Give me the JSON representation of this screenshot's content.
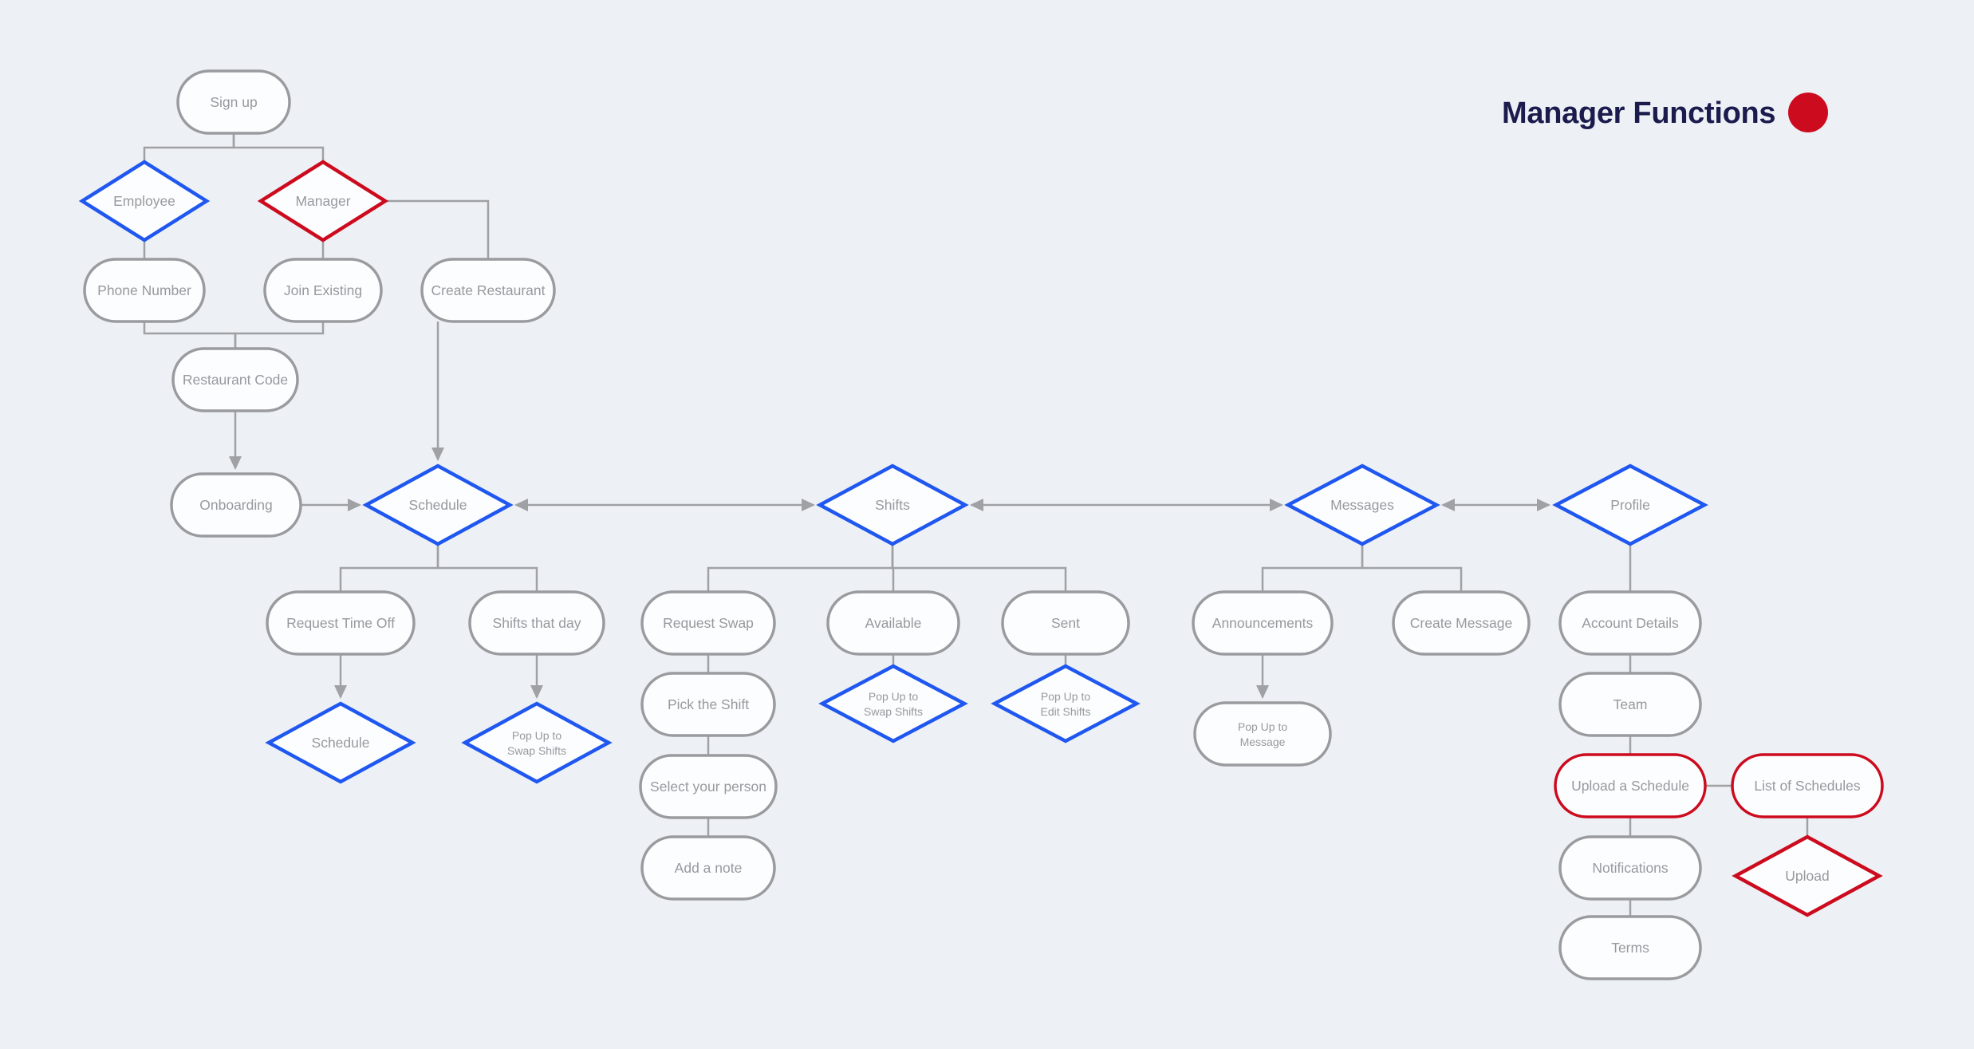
{
  "title": {
    "text": "Manager Functions"
  },
  "legend": {
    "dot_color": "#cc0b1e"
  },
  "colors": {
    "background": "#edf1f5",
    "node_fill": "#fcfdfe",
    "gray_stroke": "#999b9e",
    "connector": "#9fa1a4",
    "node_text": "#97999c",
    "blue_accent": "#1f57f0",
    "red_accent": "#cc0b1e",
    "title_color": "#1b1b4d"
  },
  "nodes": {
    "sign_up": {
      "label": "Sign up",
      "shape": "stadium",
      "accent": "gray"
    },
    "employee": {
      "label": "Employee",
      "shape": "diamond",
      "accent": "blue"
    },
    "manager": {
      "label": "Manager",
      "shape": "diamond",
      "accent": "red"
    },
    "phone_number": {
      "label": "Phone Number",
      "shape": "stadium",
      "accent": "gray"
    },
    "join_existing": {
      "label": "Join Existing",
      "shape": "stadium",
      "accent": "gray"
    },
    "create_restaurant": {
      "label": "Create Restaurant",
      "shape": "stadium",
      "accent": "gray"
    },
    "restaurant_code": {
      "label": "Restaurant Code",
      "shape": "stadium",
      "accent": "gray"
    },
    "onboarding": {
      "label": "Onboarding",
      "shape": "stadium",
      "accent": "gray"
    },
    "schedule": {
      "label": "Schedule",
      "shape": "diamond",
      "accent": "blue"
    },
    "shifts": {
      "label": "Shifts",
      "shape": "diamond",
      "accent": "blue"
    },
    "messages": {
      "label": "Messages",
      "shape": "diamond",
      "accent": "blue"
    },
    "profile": {
      "label": "Profile",
      "shape": "diamond",
      "accent": "blue"
    },
    "request_time_off": {
      "label": "Request Time Off",
      "shape": "stadium",
      "accent": "gray"
    },
    "shifts_that_day": {
      "label": "Shifts that day",
      "shape": "stadium",
      "accent": "gray"
    },
    "schedule_sub": {
      "label": "Schedule",
      "shape": "diamond",
      "accent": "blue"
    },
    "popup_swap_shifts_a": {
      "line1": "Pop Up to",
      "line2": "Swap Shifts",
      "shape": "diamond",
      "accent": "blue"
    },
    "request_swap": {
      "label": "Request Swap",
      "shape": "stadium",
      "accent": "gray"
    },
    "available": {
      "label": "Available",
      "shape": "stadium",
      "accent": "gray"
    },
    "sent": {
      "label": "Sent",
      "shape": "stadium",
      "accent": "gray"
    },
    "pick_the_shift": {
      "label": "Pick the Shift",
      "shape": "stadium",
      "accent": "gray"
    },
    "select_your_person": {
      "label": "Select your person",
      "shape": "stadium",
      "accent": "gray"
    },
    "add_a_note": {
      "label": "Add a note",
      "shape": "stadium",
      "accent": "gray"
    },
    "popup_swap_shifts_b": {
      "line1": "Pop Up to",
      "line2": "Swap Shifts",
      "shape": "diamond",
      "accent": "blue"
    },
    "popup_edit_shifts": {
      "line1": "Pop Up to",
      "line2": "Edit Shifts",
      "shape": "diamond",
      "accent": "blue"
    },
    "announcements": {
      "label": "Announcements",
      "shape": "stadium",
      "accent": "gray"
    },
    "create_message": {
      "label": "Create Message",
      "shape": "stadium",
      "accent": "gray"
    },
    "popup_message": {
      "line1": "Pop Up to",
      "line2": "Message",
      "shape": "stadium",
      "accent": "gray"
    },
    "account_details": {
      "label": "Account Details",
      "shape": "stadium",
      "accent": "gray"
    },
    "team": {
      "label": "Team",
      "shape": "stadium",
      "accent": "gray"
    },
    "upload_a_schedule": {
      "label": "Upload a Schedule",
      "shape": "stadium",
      "accent": "red"
    },
    "list_of_schedules": {
      "label": "List of Schedules",
      "shape": "stadium",
      "accent": "red"
    },
    "notifications": {
      "label": "Notifications",
      "shape": "stadium",
      "accent": "gray"
    },
    "upload": {
      "label": "Upload",
      "shape": "diamond",
      "accent": "red"
    },
    "terms": {
      "label": "Terms",
      "shape": "stadium",
      "accent": "gray"
    }
  },
  "edges": [
    {
      "from": "sign_up",
      "to": "employee",
      "arrow": "none"
    },
    {
      "from": "sign_up",
      "to": "manager",
      "arrow": "none"
    },
    {
      "from": "employee",
      "to": "phone_number",
      "arrow": "none"
    },
    {
      "from": "manager",
      "to": "join_existing",
      "arrow": "none"
    },
    {
      "from": "manager",
      "to": "create_restaurant",
      "arrow": "none"
    },
    {
      "from": "phone_number",
      "to": "restaurant_code",
      "arrow": "none"
    },
    {
      "from": "join_existing",
      "to": "restaurant_code",
      "arrow": "none"
    },
    {
      "from": "restaurant_code",
      "to": "onboarding",
      "arrow": "end"
    },
    {
      "from": "create_restaurant",
      "to": "schedule",
      "arrow": "end"
    },
    {
      "from": "onboarding",
      "to": "schedule",
      "arrow": "end"
    },
    {
      "from": "schedule",
      "to": "shifts",
      "arrow": "both"
    },
    {
      "from": "shifts",
      "to": "messages",
      "arrow": "both"
    },
    {
      "from": "messages",
      "to": "profile",
      "arrow": "both"
    },
    {
      "from": "schedule",
      "to": "request_time_off",
      "arrow": "none"
    },
    {
      "from": "schedule",
      "to": "shifts_that_day",
      "arrow": "none"
    },
    {
      "from": "request_time_off",
      "to": "schedule_sub",
      "arrow": "end"
    },
    {
      "from": "shifts_that_day",
      "to": "popup_swap_shifts_a",
      "arrow": "end"
    },
    {
      "from": "shifts",
      "to": "request_swap",
      "arrow": "none"
    },
    {
      "from": "shifts",
      "to": "available",
      "arrow": "none"
    },
    {
      "from": "shifts",
      "to": "sent",
      "arrow": "none"
    },
    {
      "from": "request_swap",
      "to": "pick_the_shift",
      "arrow": "none"
    },
    {
      "from": "pick_the_shift",
      "to": "select_your_person",
      "arrow": "none"
    },
    {
      "from": "select_your_person",
      "to": "add_a_note",
      "arrow": "none"
    },
    {
      "from": "available",
      "to": "popup_swap_shifts_b",
      "arrow": "none"
    },
    {
      "from": "sent",
      "to": "popup_edit_shifts",
      "arrow": "none"
    },
    {
      "from": "messages",
      "to": "announcements",
      "arrow": "none"
    },
    {
      "from": "messages",
      "to": "create_message",
      "arrow": "none"
    },
    {
      "from": "announcements",
      "to": "popup_message",
      "arrow": "end"
    },
    {
      "from": "profile",
      "to": "account_details",
      "arrow": "none"
    },
    {
      "from": "account_details",
      "to": "team",
      "arrow": "none"
    },
    {
      "from": "team",
      "to": "upload_a_schedule",
      "arrow": "none"
    },
    {
      "from": "upload_a_schedule",
      "to": "notifications",
      "arrow": "none"
    },
    {
      "from": "notifications",
      "to": "terms",
      "arrow": "none"
    },
    {
      "from": "upload_a_schedule",
      "to": "list_of_schedules",
      "arrow": "none"
    },
    {
      "from": "list_of_schedules",
      "to": "upload",
      "arrow": "none"
    }
  ]
}
